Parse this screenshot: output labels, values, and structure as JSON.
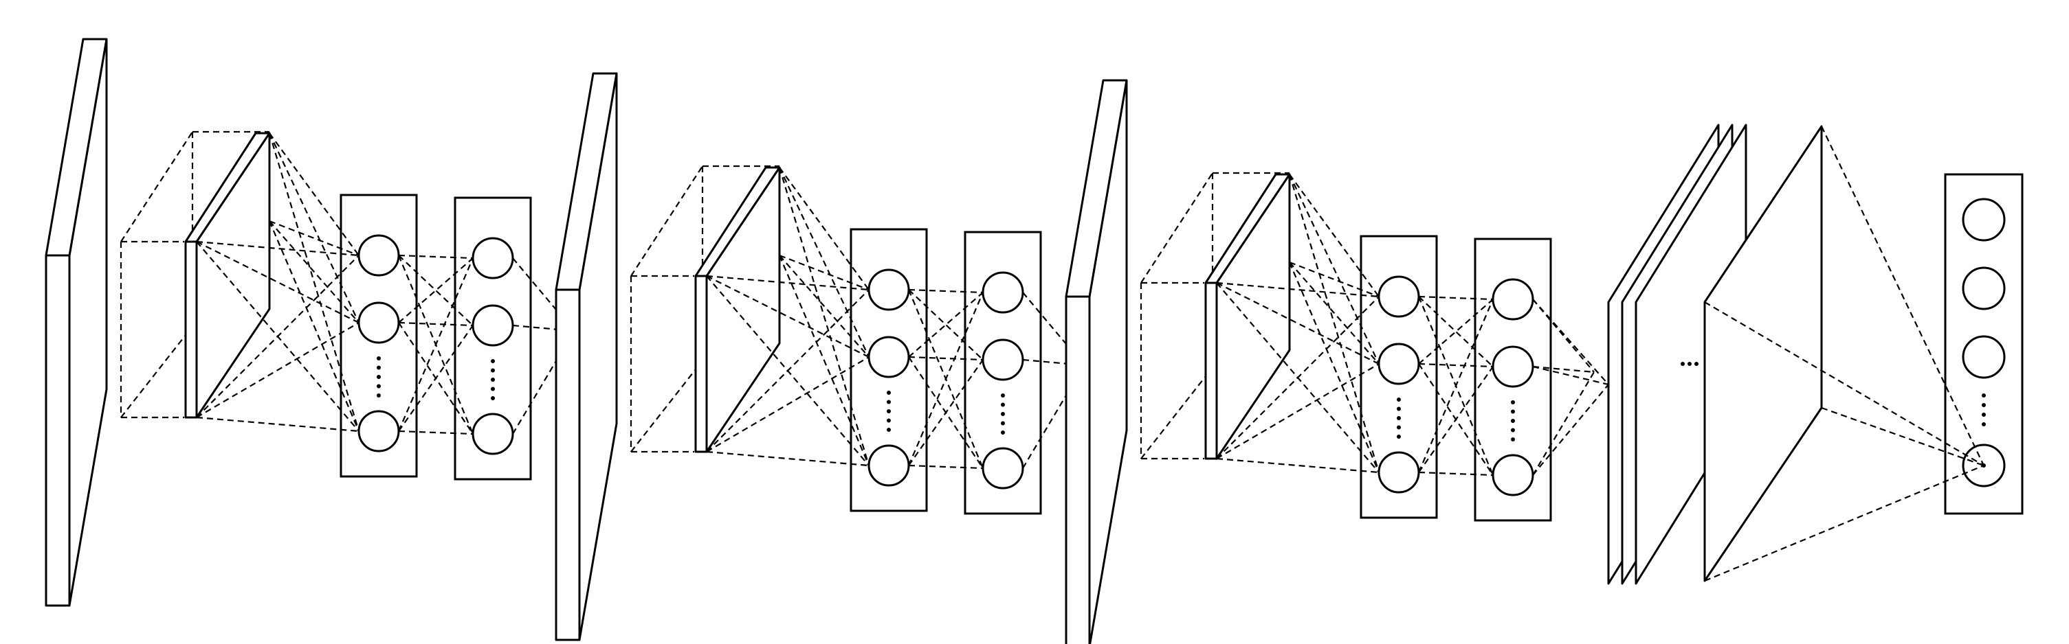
{
  "diagram": {
    "stroke_color": "#000000",
    "fill_color": "#ffffff",
    "blocks": [
      {
        "hidden_layers": [
          {
            "visible_nodes": 3,
            "ellipsis": true
          },
          {
            "visible_nodes": 3,
            "ellipsis": true
          }
        ]
      },
      {
        "hidden_layers": [
          {
            "visible_nodes": 3,
            "ellipsis": true
          },
          {
            "visible_nodes": 3,
            "ellipsis": true
          }
        ]
      },
      {
        "hidden_layers": [
          {
            "visible_nodes": 3,
            "ellipsis": true
          },
          {
            "visible_nodes": 3,
            "ellipsis": true
          }
        ]
      }
    ],
    "stacked_feature_maps": {
      "count": 3,
      "ellipsis": true
    },
    "output_layer": {
      "visible_nodes": 4,
      "ellipsis": true
    }
  }
}
